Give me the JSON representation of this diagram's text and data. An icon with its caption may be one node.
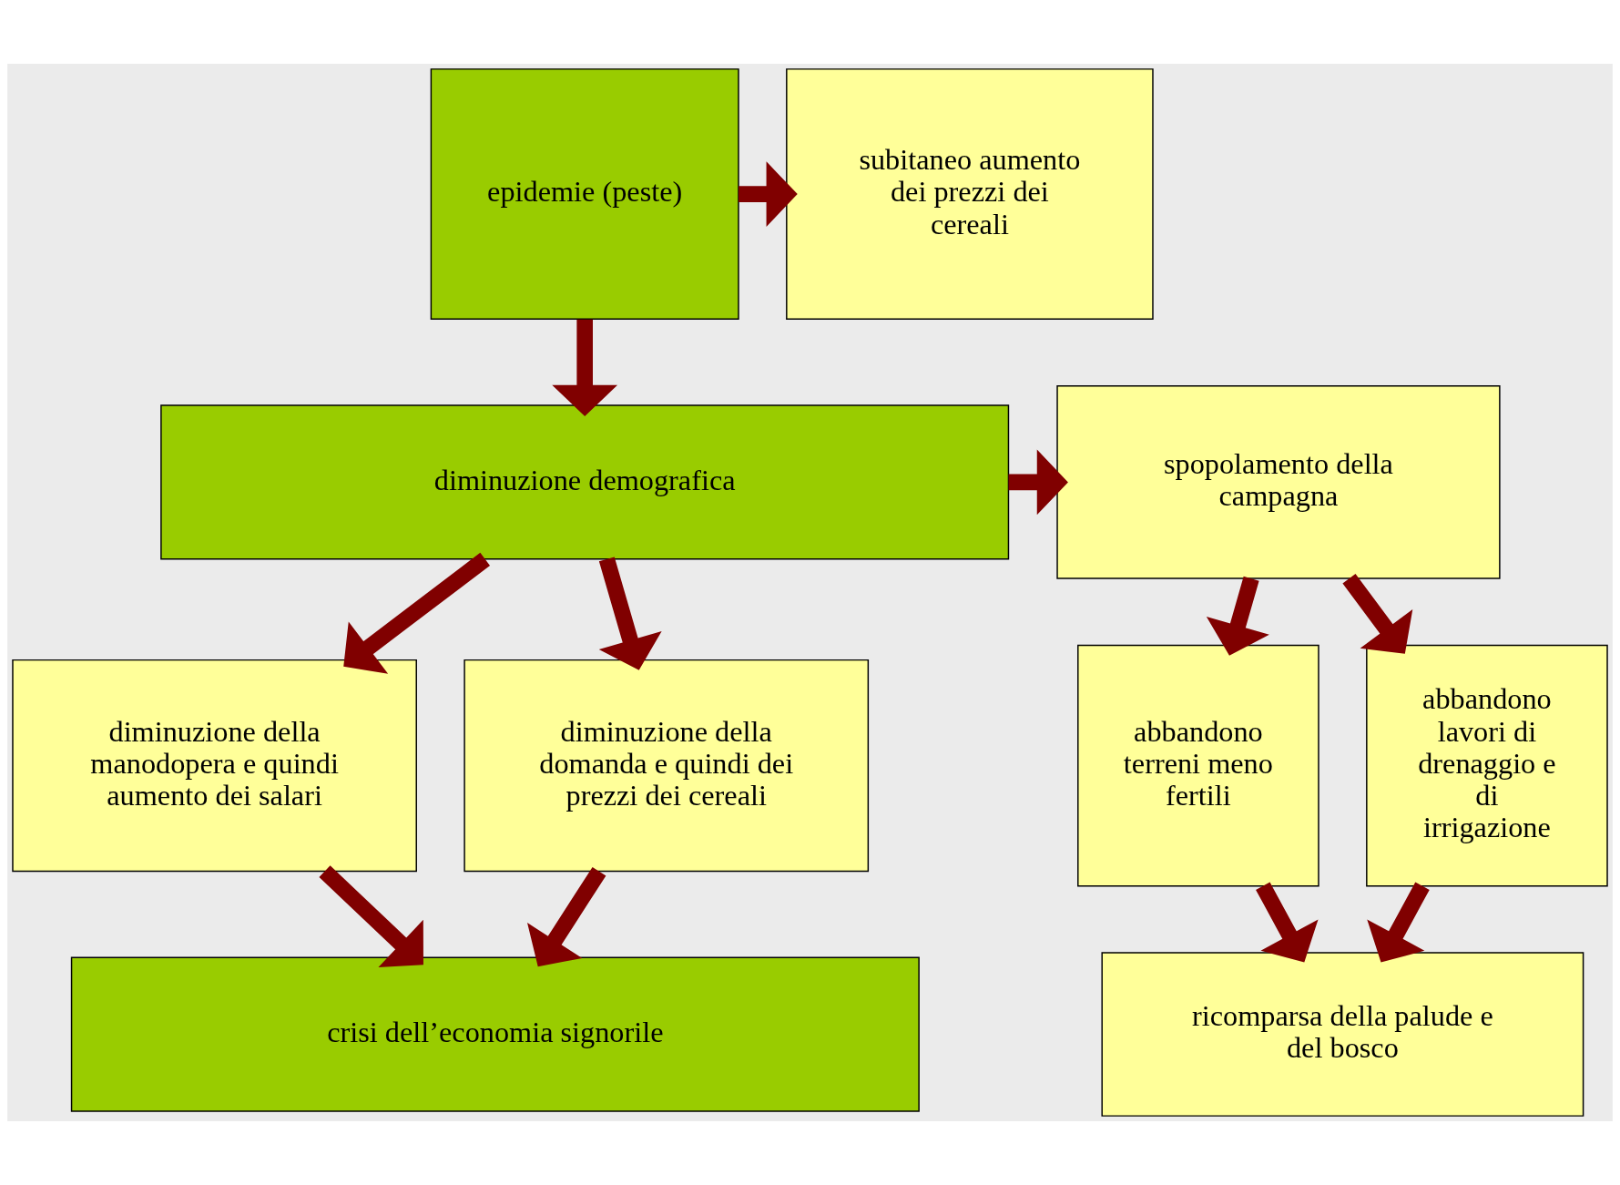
{
  "diagram": {
    "nodes": [
      {
        "text": [
          "epidemie (peste)"
        ]
      },
      {
        "text": [
          "subitaneo aumento dei prezzi dei cereali"
        ]
      },
      {
        "text": [
          "spopolamento della campagna"
        ]
      },
      {
        "text": [
          "diminuzione demografica"
        ]
      },
      {
        "text": [
          "abbandono terreni meno fertili"
        ]
      },
      {
        "text": [
          "abbandono lavori di drenaggio e di irrigazione"
        ]
      },
      {
        "text": [
          "diminuzione della manodopera e quindi aumento dei salari"
        ]
      },
      {
        "text": [
          "diminuzione della domanda e quindi dei prezzi dei cereali"
        ]
      },
      {
        "text": [
          "ricomparsa della palude e del bosco"
        ]
      },
      {
        "text": [
          "crisi dell’economia signorile"
        ]
      }
    ],
    "edges": [
      {
        "from": 0,
        "to": 1,
        "arrow": "to"
      },
      {
        "from": 0,
        "to": 3,
        "arrow": "to"
      },
      {
        "from": 3,
        "to": 2,
        "arrow": "to"
      },
      {
        "from": 2,
        "to": 4,
        "arrow": "to"
      },
      {
        "from": 2,
        "to": 5,
        "arrow": "to"
      },
      {
        "from": 3,
        "to": 6,
        "arrow": "to"
      },
      {
        "from": 3,
        "to": 7,
        "arrow": "to"
      },
      {
        "from": 4,
        "to": 8,
        "arrow": "to"
      },
      {
        "from": 5,
        "to": 8,
        "arrow": "to"
      },
      {
        "from": 6,
        "to": 9,
        "arrow": "to"
      },
      {
        "from": 7,
        "to": 9,
        "arrow": "to"
      }
    ]
  }
}
